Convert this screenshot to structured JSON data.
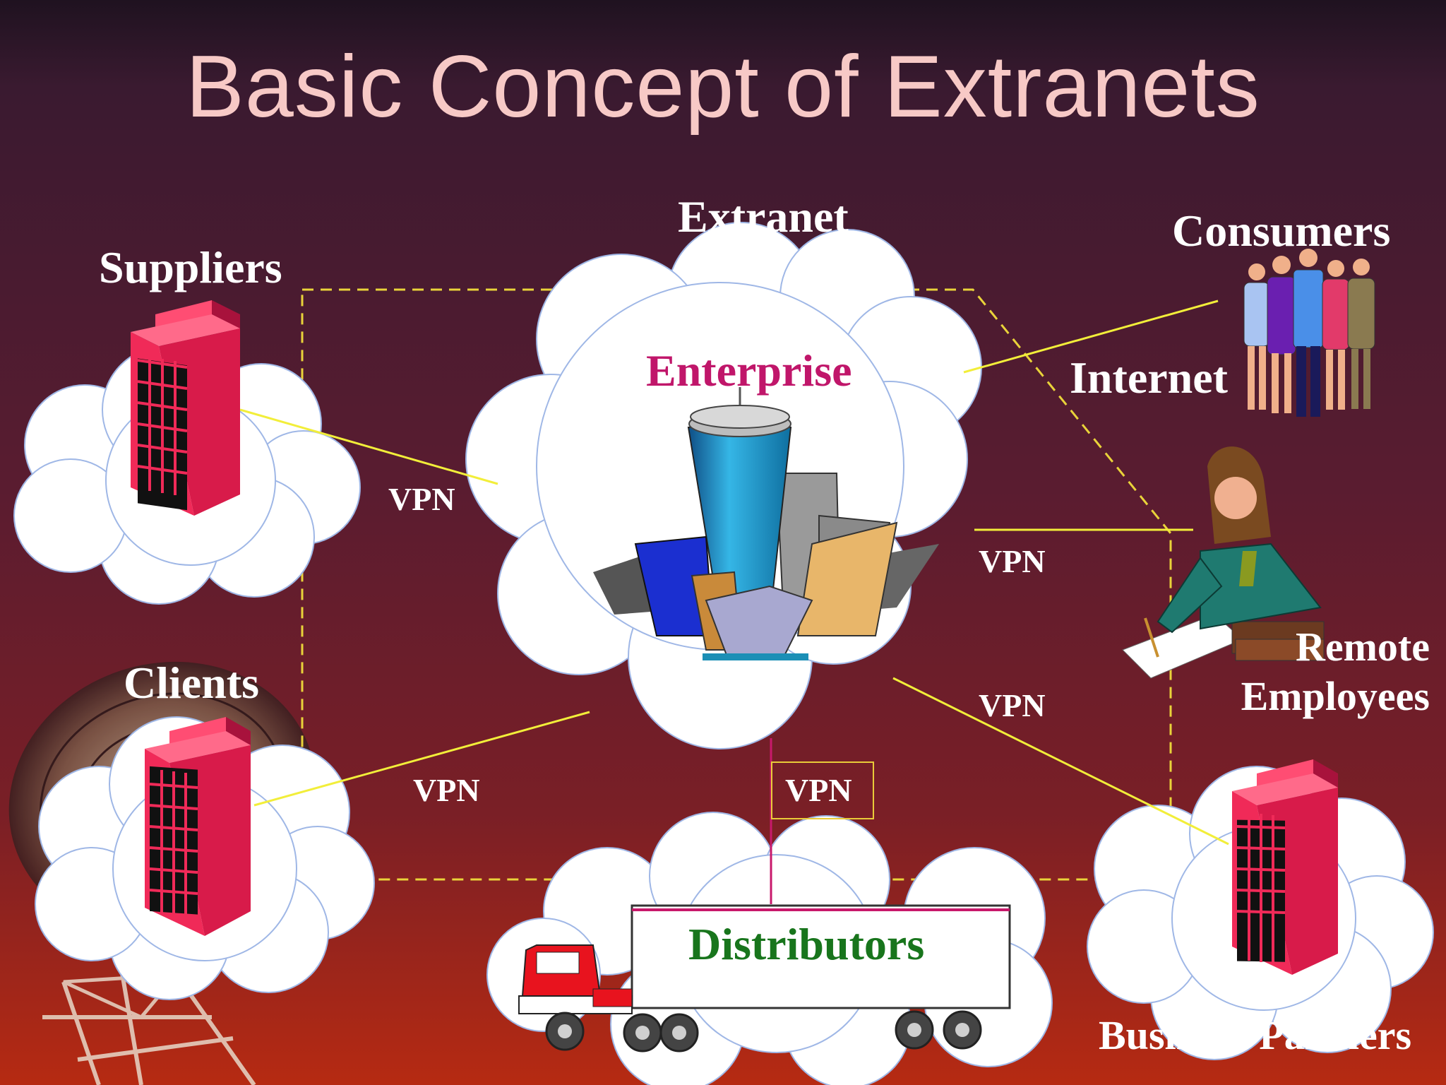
{
  "slide": {
    "title": "Basic Concept of Extranets"
  },
  "nodes": {
    "extranet": "Extranet",
    "enterprise": "Enterprise",
    "suppliers": "Suppliers",
    "clients": "Clients",
    "consumers": "Consumers",
    "internet": "Internet",
    "remote_employees_line1": "Remote",
    "remote_employees_line2": "Employees",
    "distributors": "Distributors",
    "business_partners": "Business Partners"
  },
  "links": {
    "suppliers_vpn": "VPN",
    "clients_vpn": "VPN",
    "remote_employees_vpn": "VPN",
    "business_partners_vpn": "VPN",
    "distributors_vpn": "VPN"
  },
  "colors": {
    "title": "#f7c9c6",
    "label": "#ffffff",
    "enterprise": "#c0166a",
    "distributors": "#18751c",
    "connector": "#f2ee3a",
    "extranet_boundary": "#e9d33a",
    "building": "#e0284f",
    "background_top": "#1f1220",
    "background_bottom": "#b62a12"
  },
  "icons": {
    "buildings": "office-building-icon",
    "enterprise": "city-skyscrapers-icon",
    "consumers": "people-group-icon",
    "remote_employee": "woman-writing-icon",
    "distributors": "delivery-truck-icon",
    "background": "satellite-dish-icon"
  }
}
